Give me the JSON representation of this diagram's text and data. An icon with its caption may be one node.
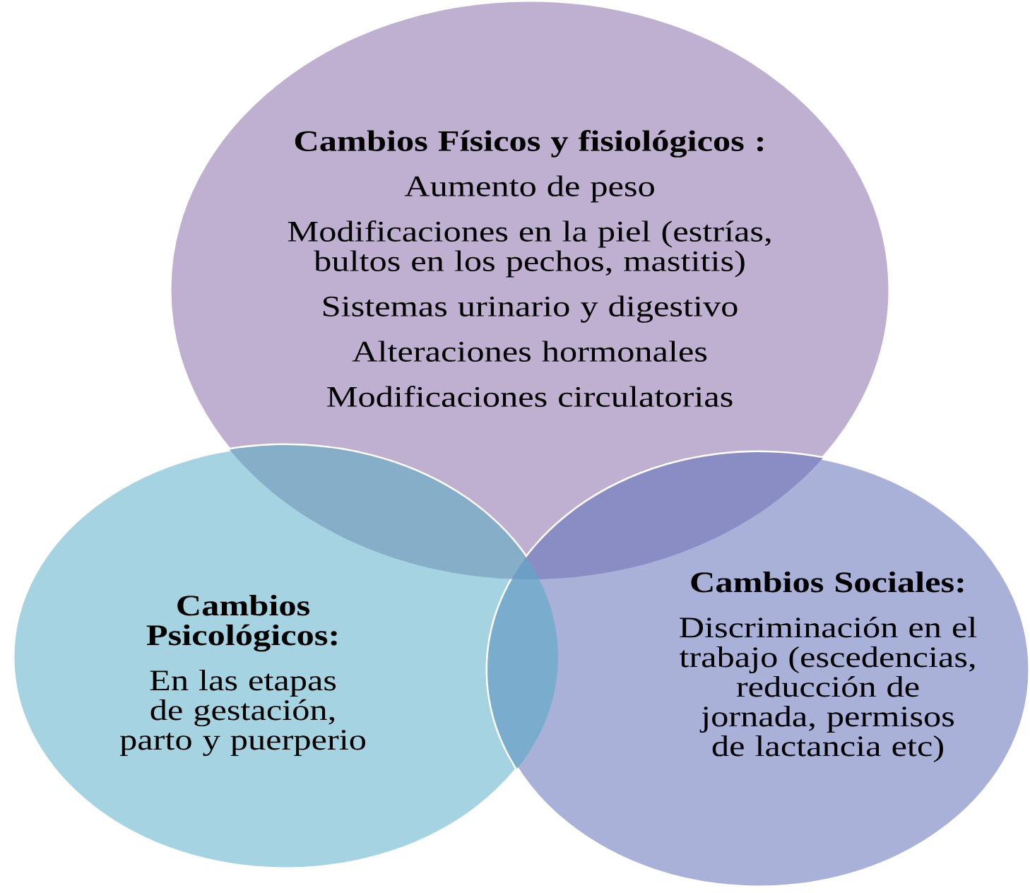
{
  "diagram": {
    "nodes": [
      {
        "text": [
          "Cambios Físicos y fisiológicos :",
          "Aumento de peso",
          "Modificaciones en la piel (estrías, bultos en los pechos, mastitis)",
          "Sistemas urinario y digestivo",
          "Alteraciones hormonales",
          "Modificaciones circulatorias"
        ]
      },
      {
        "text": [
          "Cambios Psicológicos:",
          "En las etapas de gestación, parto y puerperio"
        ]
      },
      {
        "text": [
          "Cambios Sociales:",
          "Discriminación en el trabajo (escedencias, reducción de jornada, permisos de lactancia etc)"
        ]
      }
    ]
  }
}
